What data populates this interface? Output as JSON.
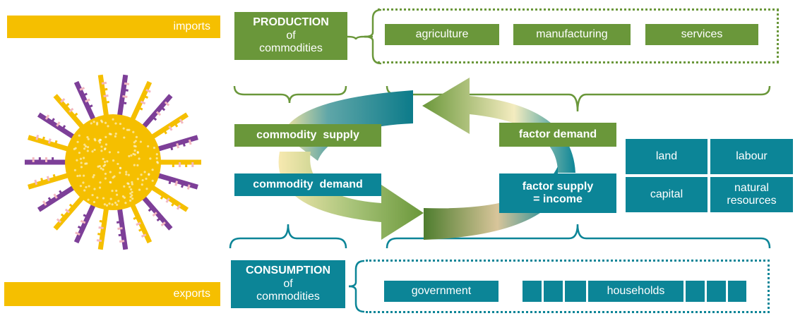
{
  "imports_label": "imports",
  "exports_label": "exports",
  "production": {
    "line1": "PRODUCTION",
    "line2": "of",
    "line3": "commodities"
  },
  "consumption": {
    "line1": "CONSUMPTION",
    "line2": "of",
    "line3": "commodities"
  },
  "sectors": [
    "agriculture",
    "manufacturing",
    "services"
  ],
  "commodity_supply": "commodity  supply",
  "commodity_demand": "commodity  demand",
  "factor_demand": "factor demand",
  "factor_supply": {
    "line1": "factor supply",
    "line2": "= income"
  },
  "factors": [
    "land",
    "labour",
    "capital",
    "natural resources"
  ],
  "government": "government",
  "households": "households",
  "colors": {
    "green": "#6a973a",
    "teal": "#0c8597",
    "yellow": "#f5bf00"
  }
}
